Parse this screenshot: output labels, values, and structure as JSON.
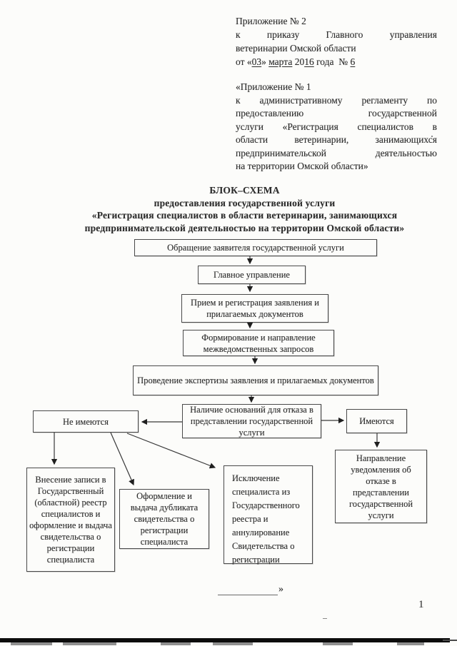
{
  "header": {
    "appendix2": {
      "line1": "Приложение № 2",
      "line2": "к приказу Главного управления",
      "line3": "ветеринарии Омской области",
      "date": {
        "pre": "от «",
        "day": "03",
        "sep1": "» ",
        "month": "марта",
        "sep2": " 20",
        "year": "16",
        "sep3": " года  № ",
        "num": "6"
      }
    },
    "appendix1": {
      "line1": "«Приложение № 1",
      "line2": "к административному регламенту по",
      "line3": "предоставлению государственной",
      "line4": "услуги «Регистрация специалистов в",
      "line5": "области ветеринарии, занимающихся",
      "line6": "предпринимательской деятельностью",
      "line7": "на территории Омской области»"
    }
  },
  "title": {
    "line1": "БЛОК–СХЕМА",
    "line2": "предоставления государственной услуги",
    "line3": "«Регистрация специалистов в области ветеринарии, занимающихся",
    "line4": "предпринимательской деятельностью на территории Омской области»"
  },
  "flowchart": {
    "boxes": {
      "applicant": "Обращение заявителя государственной услуги",
      "main_department": "Главное управление",
      "reception": "Прием и регистрация заявления и прилагаемых документов",
      "interagency": "Формирование и направление межведомственных запросов",
      "expertise": "Проведение экспертизы заявления и прилагаемых документов",
      "grounds": "Наличие оснований для отказа в представлении государственной услуги",
      "grounds_absent": "Не имеются",
      "grounds_present": "Имеются",
      "register_entry": "Внесение записи в Государственный (областной) реестр специалистов и оформление и выдача свидетельства о регистрации специалиста",
      "duplicate_issue": "Оформление и выдача дубликата свидетельства о регистрации специалиста",
      "exclusion": "Исключение специалиста из Государственного реестра и аннулирование Свидетельства о регистрации",
      "refusal_notice": "Направление уведомления об отказе в представлении государственной услуги"
    }
  },
  "footer": {
    "closing_quote": "»",
    "page_number": "1"
  }
}
